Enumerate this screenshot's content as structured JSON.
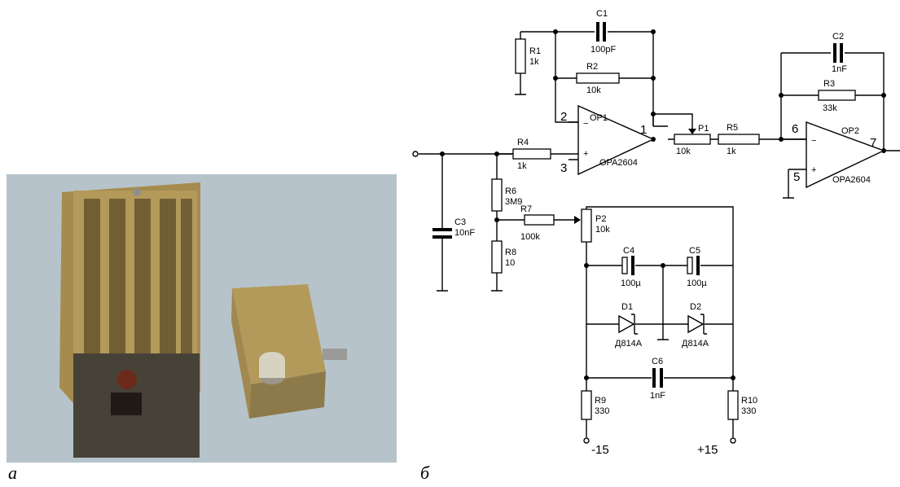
{
  "panels": {
    "a": "а",
    "b": "б"
  },
  "photo": {
    "colors": {
      "background": "#b6c3cb",
      "metal": "#b39a5a",
      "knob": "#d8d2c0",
      "connector": "#6b2a1a"
    }
  },
  "schematic": {
    "op1": {
      "ref": "OP1",
      "part": "OPA2604",
      "pin_inv": "2",
      "pin_noninv": "3",
      "pin_out": "1",
      "minus": "−",
      "plus": "+"
    },
    "op2": {
      "ref": "OP2",
      "part": "OPA2604",
      "pin_inv": "6",
      "pin_noninv": "5",
      "pin_out": "7",
      "minus": "−",
      "plus": "+"
    },
    "c1": {
      "ref": "C1",
      "value": "100pF"
    },
    "c2": {
      "ref": "C2",
      "value": "1nF"
    },
    "c3": {
      "ref": "C3",
      "value": "10nF"
    },
    "c4": {
      "ref": "C4",
      "value": "100µ"
    },
    "c5": {
      "ref": "C5",
      "value": "100µ"
    },
    "c6": {
      "ref": "C6",
      "value": "1nF"
    },
    "r1": {
      "ref": "R1",
      "value": "1k"
    },
    "r2": {
      "ref": "R2",
      "value": "10k"
    },
    "r3": {
      "ref": "R3",
      "value": "33k"
    },
    "r4": {
      "ref": "R4",
      "value": "1k"
    },
    "r5": {
      "ref": "R5",
      "value": "1k"
    },
    "r6": {
      "ref": "R6",
      "value": "3M9"
    },
    "r7": {
      "ref": "R7",
      "value": "100k"
    },
    "r8": {
      "ref": "R8",
      "value": "10"
    },
    "r9": {
      "ref": "R9",
      "value": "330"
    },
    "r10": {
      "ref": "R10",
      "value": "330"
    },
    "p1": {
      "ref": "P1",
      "value": "10k"
    },
    "p2": {
      "ref": "P2",
      "value": "10k"
    },
    "d1": {
      "ref": "D1",
      "value": "Д814А"
    },
    "d2": {
      "ref": "D2",
      "value": "Д814А"
    },
    "supply_neg": "-15",
    "supply_pos": "+15"
  }
}
